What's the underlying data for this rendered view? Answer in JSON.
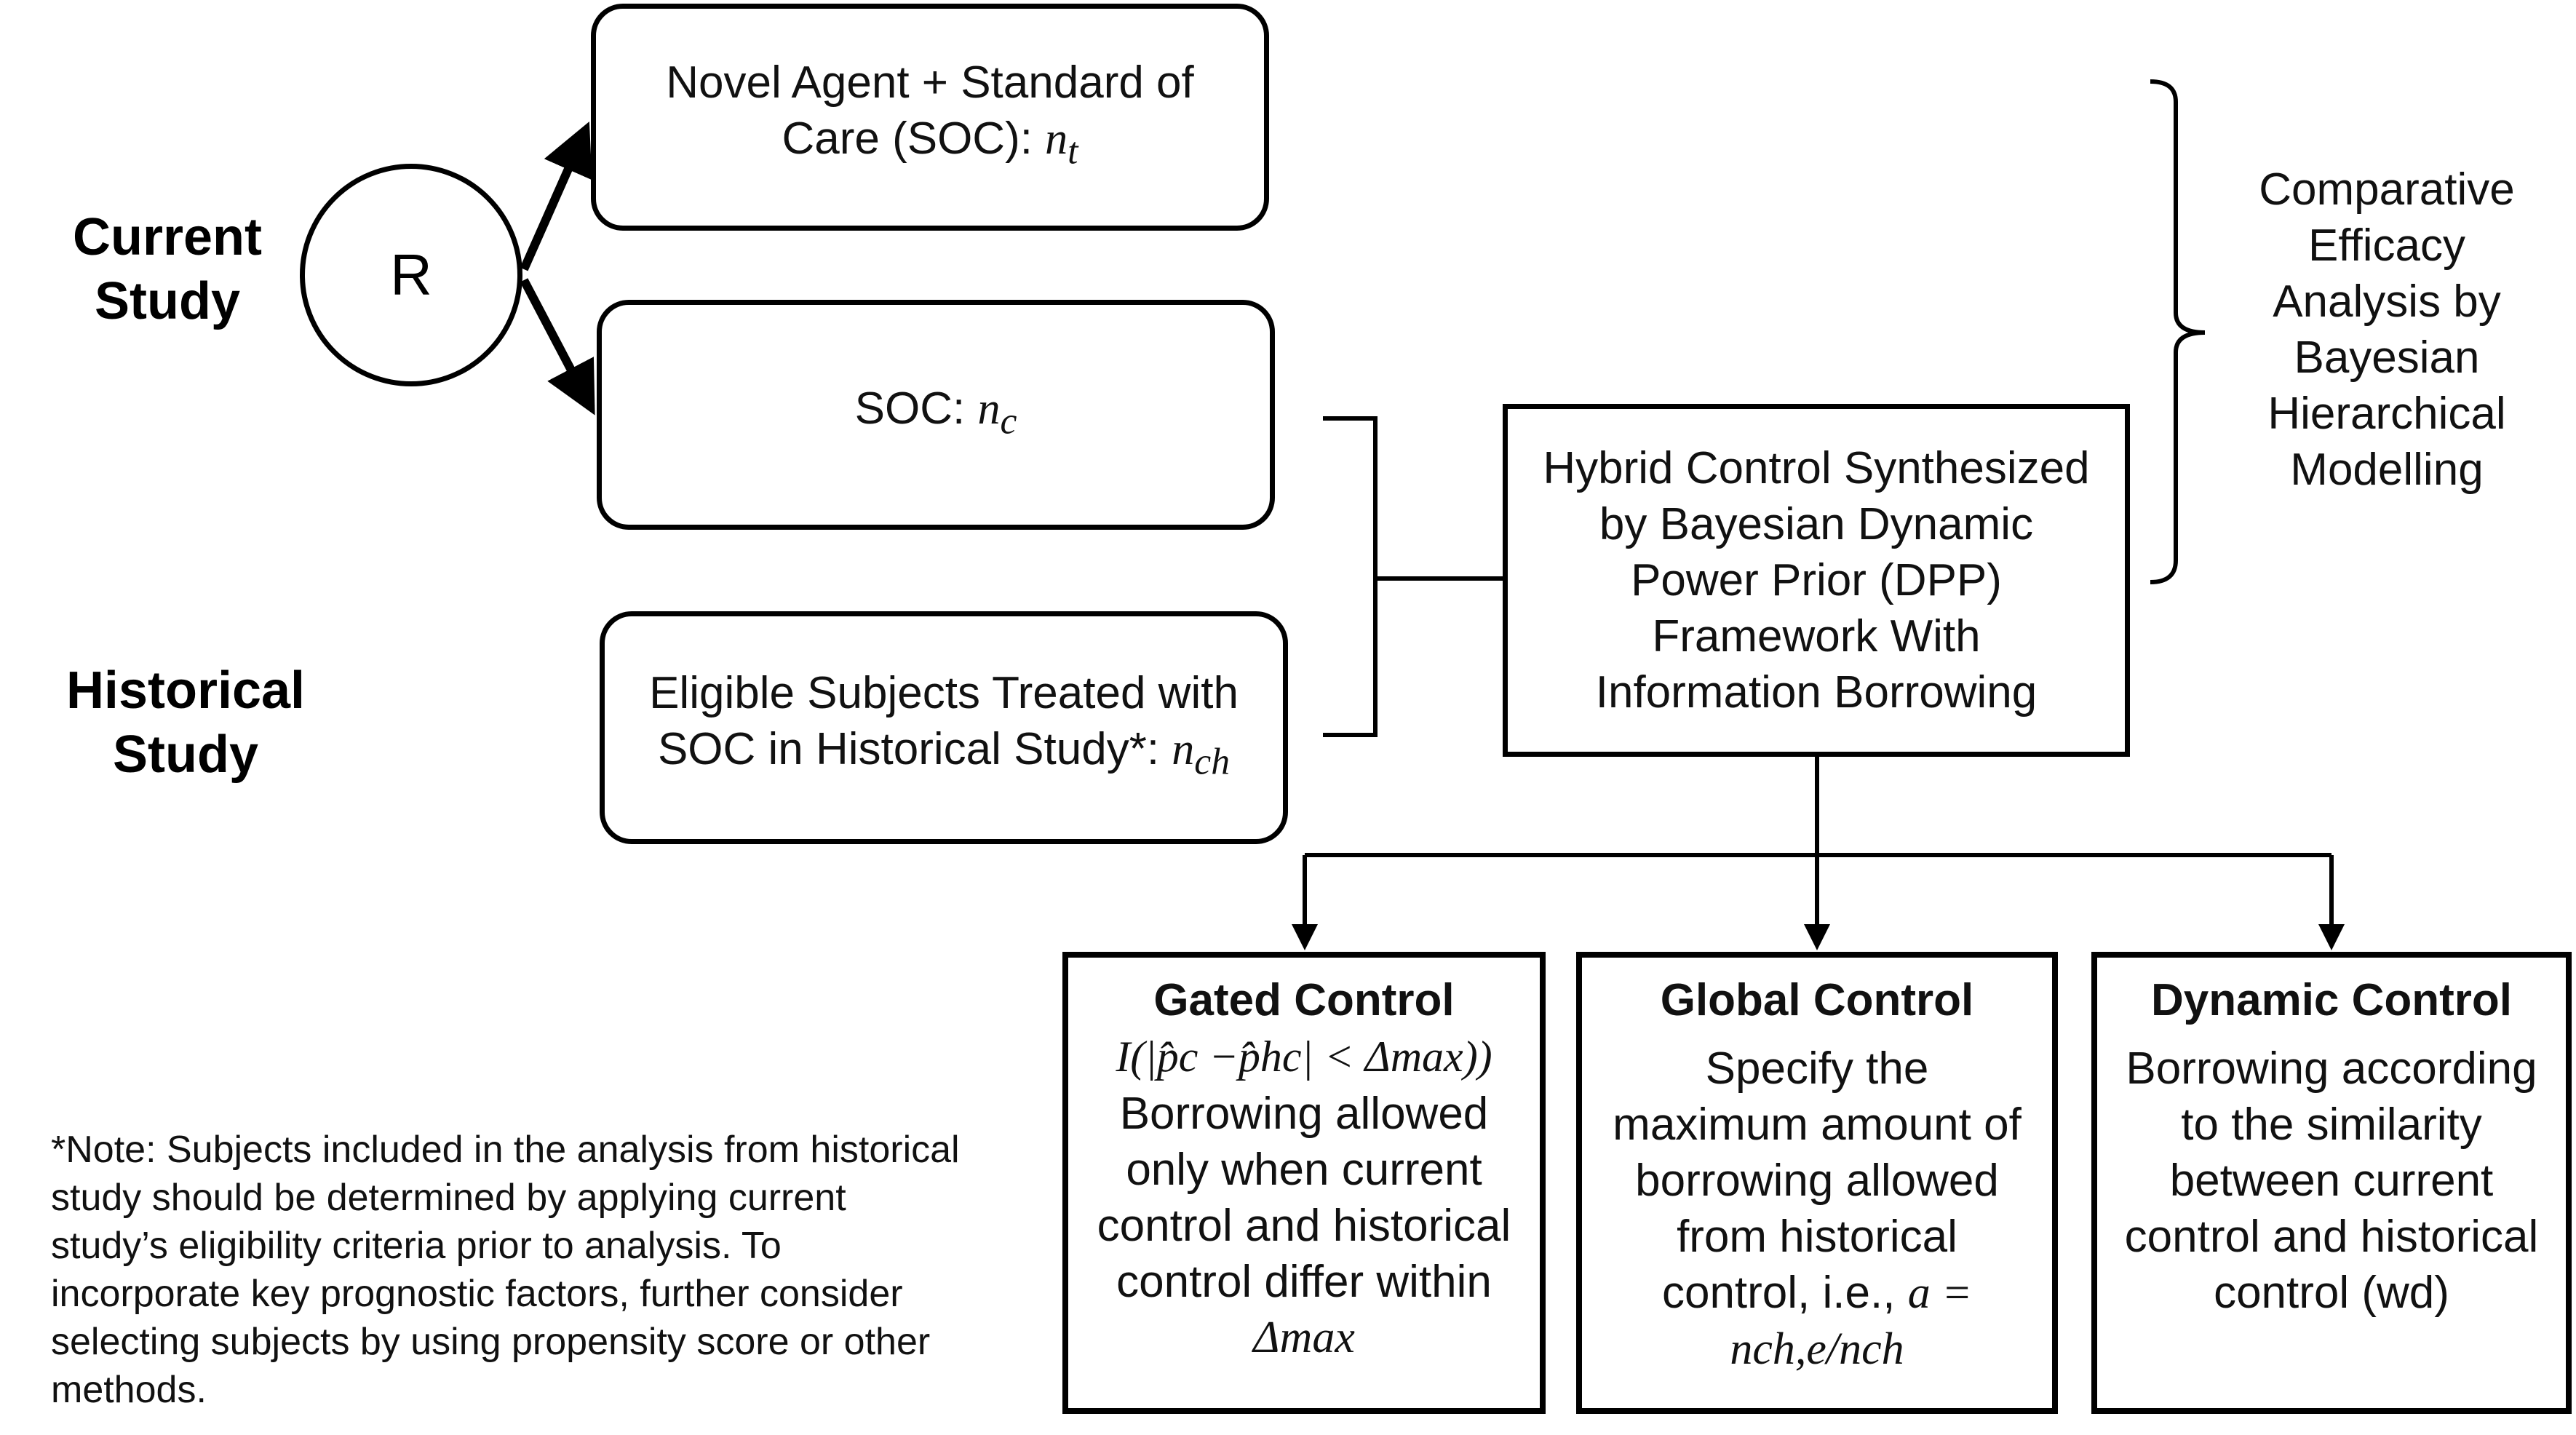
{
  "labels": {
    "current_line1": "Current",
    "current_line2": "Study",
    "historical_line1": "Historical",
    "historical_line2": "Study"
  },
  "randomize": "R",
  "novel": {
    "line1": "Novel Agent + Standard of",
    "line2": "Care (SOC):",
    "var": "n",
    "sub": "t"
  },
  "soc": {
    "text": "SOC:",
    "var": "n",
    "sub": "c"
  },
  "eligible": {
    "line1": "Eligible Subjects Treated with",
    "line2": "SOC in Historical Study*:",
    "var": "n",
    "sub": "ch"
  },
  "hybrid": {
    "lines": [
      "Hybrid Control Synthesized",
      "by Bayesian Dynamic",
      "Power Prior (DPP)",
      "Framework With",
      "Information Borrowing"
    ]
  },
  "comparative": {
    "lines": [
      "Comparative",
      "Efficacy",
      "Analysis by",
      "Bayesian",
      "Hierarchical",
      "Modelling"
    ]
  },
  "gated": {
    "title": "Gated Control",
    "formula": "I(|p̂c −p̂hc| < Δmax))",
    "lines": [
      "Borrowing allowed",
      "only when current",
      "control and historical",
      "control differ within"
    ],
    "delta": "Δmax"
  },
  "global": {
    "title": "Global Control",
    "lines": [
      "Specify the",
      "maximum amount of",
      "borrowing allowed",
      "from historical"
    ],
    "line5": "control, i.e.,",
    "eq": "a =",
    "ratio": "nch,e/nch"
  },
  "dynamic": {
    "title": "Dynamic Control",
    "lines": [
      "Borrowing according",
      "to the similarity",
      "between current",
      "control and historical"
    ],
    "line5": "control (wd)"
  },
  "note": {
    "lines": [
      "*Note: Subjects included in the analysis from historical",
      "study should be determined by applying current",
      "study’s eligibility criteria prior to analysis. To",
      "incorporate key prognostic factors, further consider",
      "selecting subjects by using propensity score or other",
      "methods."
    ]
  }
}
